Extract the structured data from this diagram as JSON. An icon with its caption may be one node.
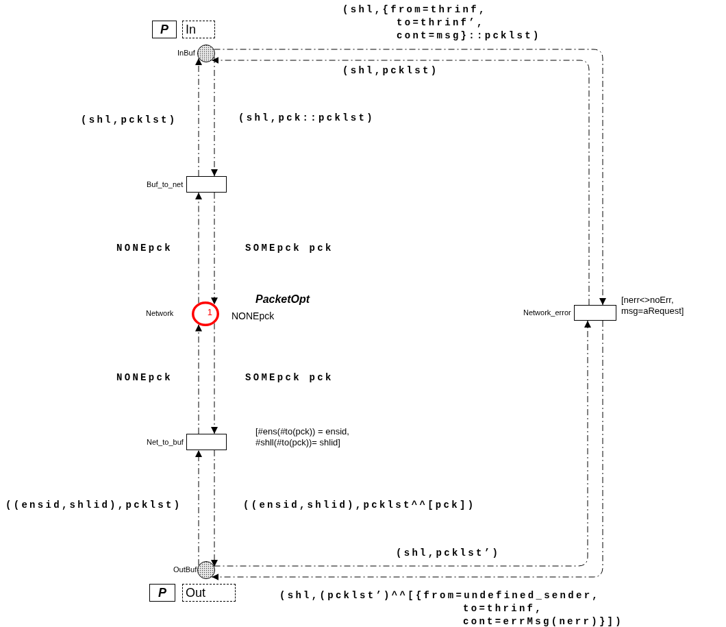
{
  "diagram": {
    "nodes": [
      {
        "text": [
          "P"
        ]
      },
      {
        "text": [
          "In"
        ]
      },
      {
        "text": [],
        "shape": "circle",
        "beside": [
          "InBuf"
        ]
      },
      {
        "text": [],
        "shape": "box",
        "beside": [
          "Buf_to_net"
        ]
      },
      {
        "text": [
          "1"
        ],
        "beside": [
          "Network",
          "PacketOpt",
          "NONEpck"
        ]
      },
      {
        "text": [],
        "shape": "box",
        "beside": [
          "Net_to_buf",
          "[#ens(#to(pck)) = ensid, #shll(#to(pck))= shlid]"
        ]
      },
      {
        "text": [],
        "shape": "box",
        "beside": [
          "Network_error",
          "[nerr<>noErr, msg=aRequest]"
        ]
      },
      {
        "text": [],
        "shape": "circle",
        "beside": [
          "OutBuf"
        ]
      },
      {
        "text": [
          "P"
        ]
      },
      {
        "text": [
          "Out"
        ]
      }
    ],
    "edges": [
      {
        "from": 2,
        "to": 3,
        "arrow": "to",
        "label": "(shl,pck::pcklst)"
      },
      {
        "from": 3,
        "to": 2,
        "arrow": "to",
        "label": "(shl,pcklst)"
      },
      {
        "from": 4,
        "to": 3,
        "arrow": "to",
        "label": "NONEpck"
      },
      {
        "from": 3,
        "to": 4,
        "arrow": "to",
        "label": "SOMEpck pck"
      },
      {
        "from": 5,
        "to": 4,
        "arrow": "to",
        "label": "NONEpck"
      },
      {
        "from": 4,
        "to": 5,
        "arrow": "to",
        "label": "SOMEpck pck"
      },
      {
        "from": 7,
        "to": 5,
        "arrow": "to",
        "label": "((ensid,shlid),pcklst)"
      },
      {
        "from": 5,
        "to": 7,
        "arrow": "to",
        "label": "((ensid,shlid),pcklst^^[pck])"
      },
      {
        "from": 2,
        "to": 6,
        "arrow": "to",
        "label": "(shl,{from=thrinf, to=thrinf’, cont=msg}::pcklst)"
      },
      {
        "from": 6,
        "to": 2,
        "arrow": "to",
        "label": "(shl,pcklst)"
      },
      {
        "from": 7,
        "to": 6,
        "arrow": "to",
        "label": "(shl,pcklst’)"
      },
      {
        "from": 6,
        "to": 7,
        "arrow": "to",
        "label": "(shl,(pcklst’)^^[{from=undefined_sender, to=thrinf, cont=errMsg(nerr)}])"
      }
    ]
  }
}
